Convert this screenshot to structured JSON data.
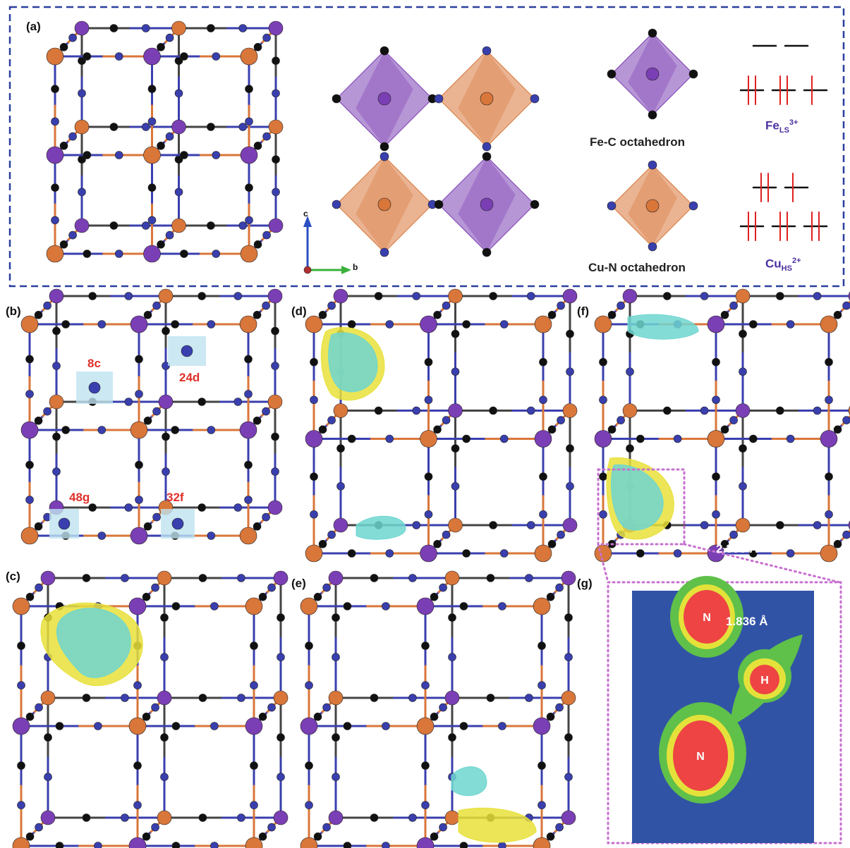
{
  "panels": {
    "a": "(a)",
    "b": "(b)",
    "c": "(c)",
    "d": "(d)",
    "e": "(e)",
    "f": "(f)",
    "g": "(g)"
  },
  "panel_a": {
    "fe_octa_caption": "Fe-C octahedron",
    "cu_octa_caption": "Cu-N octahedron",
    "fe_ion": {
      "base": "Fe",
      "sub": "LS",
      "sup": "3+"
    },
    "cu_ion": {
      "base": "Cu",
      "sub": "HS",
      "sup": "2+"
    },
    "axes": {
      "c": "c",
      "b": "b"
    }
  },
  "panel_b": {
    "sites": [
      "8c",
      "24d",
      "48g",
      "32f"
    ]
  },
  "panel_g": {
    "atoms": [
      "N",
      "H",
      "N"
    ],
    "distances": [
      "2.358 Å",
      "1.836 Å"
    ]
  },
  "colors": {
    "frame_dash": "#2a3f9e",
    "fe": "#7b3fb5",
    "cu": "#d9763a",
    "n": "#3a3fae",
    "c": "#111111",
    "isosurface_cyan": "#6fd6d0",
    "isosurface_yellow": "#e8e03a",
    "map_bg": "#3153a6",
    "map_green": "#5fc04a",
    "map_yellow": "#e4e23a",
    "map_red": "#ee4444",
    "zoom_dots": "#c770d0"
  }
}
